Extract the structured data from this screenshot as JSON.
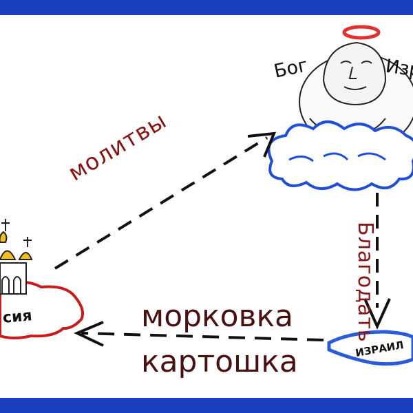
{
  "labels": {
    "god": "Бог",
    "israel_top": "Изр",
    "prayers": "молитвы",
    "grace": "Благодать",
    "carrot": "морковка",
    "potato": "картошка",
    "russia": "сия",
    "israel_bottom": "ИЗРАИЛ"
  },
  "colors": {
    "frame": "#1a3fbf",
    "label_red": "#8a1414",
    "label_dark": "#4a0f0f",
    "cloud": "#1f4fd6",
    "halo": "#e03030",
    "dome": "#f0c020",
    "russia_fill": "#c81c1c",
    "israel_fill": "#2a5bd8"
  },
  "icons": [
    "god-figure-icon",
    "halo-icon",
    "cloud-icon",
    "church-icon",
    "russia-map-icon",
    "israel-map-icon"
  ]
}
